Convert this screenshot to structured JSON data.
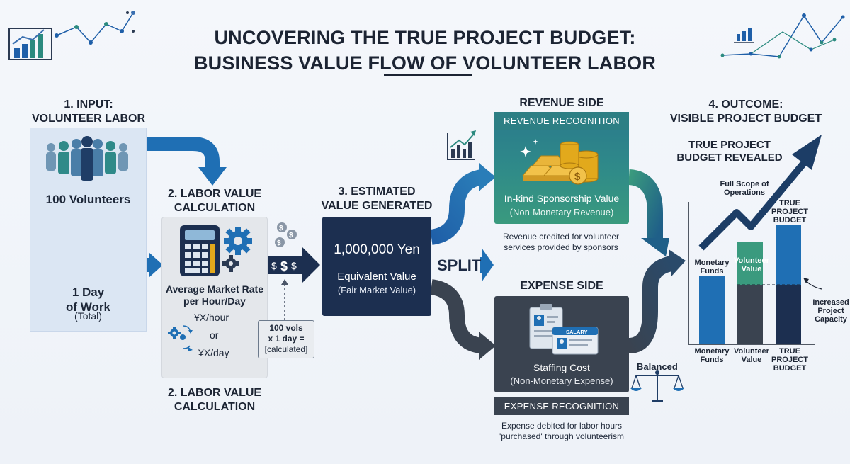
{
  "title": {
    "line1": "UNCOVERING THE TRUE PROJECT BUDGET:",
    "line2": "BUSINESS VALUE FLOW OF VOLUNTEER LABOR"
  },
  "input": {
    "heading_line1": "1. INPUT:",
    "heading_line2": "VOLUNTEER LABOR",
    "volunteers": "100 Volunteers",
    "work_line1": "1 Day",
    "work_line2": "of Work",
    "work_note": "(Total)"
  },
  "calculation": {
    "heading_line1": "2. LABOR VALUE",
    "heading_line2": "CALCULATION",
    "rate_line1": "Average Market Rate",
    "rate_line2": "per Hour/Day",
    "rate_hour": "¥X/hour",
    "rate_or": "or",
    "rate_day": "¥X/day",
    "formula_line1": "100 vols",
    "formula_line2": "x 1 day =",
    "formula_line3": "[calculated]",
    "bottom_heading_line1": "2. LABOR VALUE",
    "bottom_heading_line2": "CALCULATION"
  },
  "value": {
    "heading_line1": "3. ESTIMATED",
    "heading_line2": "VALUE GENERATED",
    "amount": "1,000,000 Yen",
    "equivalent": "Equivalent Value",
    "fmv": "(Fair Market Value)"
  },
  "split_label": "SPLIT",
  "revenue": {
    "heading": "REVENUE SIDE",
    "banner": "REVENUE RECOGNITION",
    "title": "In-kind Sponsorship Value",
    "subtitle": "(Non-Monetary Revenue)",
    "note_line1": "Revenue credited for volunteer",
    "note_line2": "services provided by sponsors"
  },
  "expense": {
    "heading": "EXPENSE SIDE",
    "badge": "SALARY",
    "title": "Staffing Cost",
    "subtitle": "(Non-Monetary Expense)",
    "banner": "EXPENSE RECOGNITION",
    "note_line1": "Expense debited for labor hours",
    "note_line2": "'purchased' through volunteerism"
  },
  "balanced": "Balanced",
  "outcome": {
    "heading_line1": "4. OUTCOME:",
    "heading_line2": "VISIBLE PROJECT BUDGET",
    "revealed_line1": "TRUE PROJECT",
    "revealed_line2": "BUDGET REVEALED",
    "scope_line1": "Full Scope of",
    "scope_line2": "Operations",
    "capacity_line1": "Increased",
    "capacity_line2": "Project",
    "capacity_line3": "Capacity",
    "bar_top_labels": {
      "monetary_line1": "Monetary",
      "monetary_line2": "Funds",
      "volunteer_line1": "Volunteer",
      "volunteer_line2": "Value",
      "true_line1": "TRUE",
      "true_line2": "PROJECT",
      "true_line3": "BUDGET"
    },
    "bar_bottom_labels": {
      "monetary_line1": "Monetary",
      "monetary_line2": "Funds",
      "volunteer_line1": "Volunteer",
      "volunteer_line2": "Value",
      "true_line1": "TRUE",
      "true_line2": "PROJECT",
      "true_line3": "BUDGET"
    }
  },
  "colors": {
    "navy": "#1c2f50",
    "blue": "#1f6fb4",
    "teal": "#2f8a89",
    "green": "#3a9a7e",
    "charcoal": "#3a4350",
    "gold": "#e2a91c"
  },
  "icons": [
    "line-chart-icon",
    "people-icon",
    "calculator-icon",
    "gear-icon",
    "coins-icon",
    "gold-bars-icon",
    "id-card-icon",
    "scale-icon",
    "sparkle-icon"
  ]
}
